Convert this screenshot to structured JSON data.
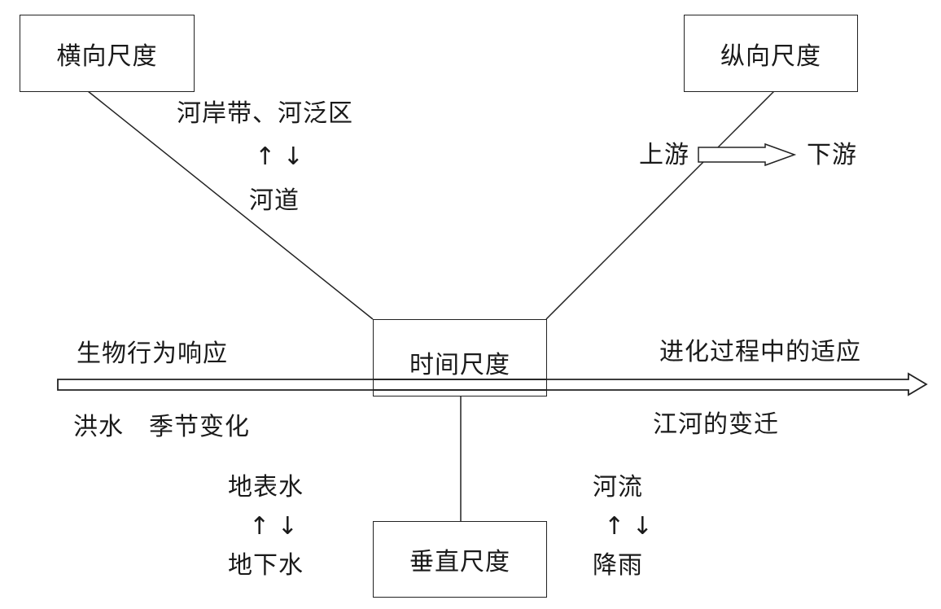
{
  "diagram": {
    "title_nodes": {
      "lateral": "横向尺度",
      "longitudinal": "纵向尺度",
      "temporal": "时间尺度",
      "vertical": "垂直尺度"
    },
    "lateral_labels": {
      "top": "河岸带、河泛区",
      "arrows": "↑ ↓",
      "bottom": "河道"
    },
    "longitudinal_labels": {
      "upstream": "上游",
      "downstream": "下游"
    },
    "temporal_labels": {
      "left_above": "生物行为响应",
      "right_above": "进化过程中的适应",
      "left_below": "洪水　季节变化",
      "right_below": "江河的变迁"
    },
    "vertical_labels": {
      "left_top": "地表水",
      "left_arrows": "↑ ↓",
      "left_bottom": "地下水",
      "right_top": "河流",
      "right_arrows": "↑ ↓",
      "right_bottom": "降雨"
    }
  }
}
